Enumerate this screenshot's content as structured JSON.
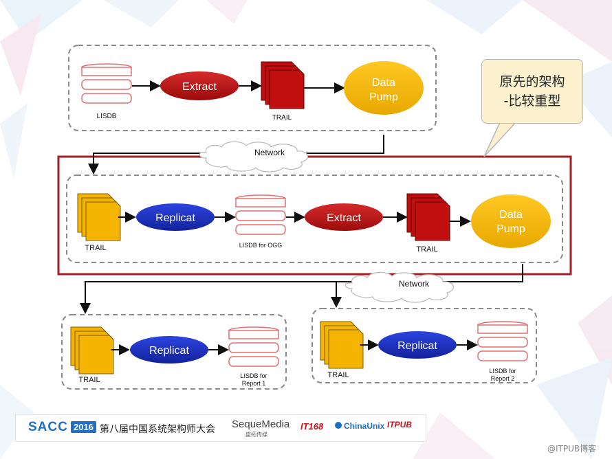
{
  "colors": {
    "accent_red": "#b31c1c",
    "replicat_blue": "#1a2fc4",
    "pump_yellow": "#f2b600",
    "trail_yellow": "#f5b400",
    "trail_red": "#c10f0f",
    "db_pink": "#e07070",
    "dash_gray": "#8a8a8a",
    "highlight_red": "#a31d24"
  },
  "source_block": {
    "db_label": "LISDB",
    "extract_label": "Extract",
    "trail_label": "TRAIL",
    "pump_line1": "Data",
    "pump_line2": "Pump"
  },
  "network1_label": "Network",
  "middle_block": {
    "trail_in_label": "TRAIL",
    "replicat_label": "Replicat",
    "db_label": "LISDB for OGG",
    "extract_label": "Extract",
    "trail_out_label": "TRAIL",
    "pump_line1": "Data",
    "pump_line2": "Pump"
  },
  "network2_label": "Network",
  "report1_block": {
    "trail_label": "TRAIL",
    "replicat_label": "Replicat",
    "db_line1": "LISDB for",
    "db_line2": "Report 1"
  },
  "report2_block": {
    "trail_label": "TRAIL",
    "replicat_label": "Replicat",
    "db_line1": "LISDB for",
    "db_line2": "Report 2"
  },
  "callout": {
    "line1": "原先的架构",
    "line2": "-比较重型"
  },
  "footer": {
    "sacc": "SACC",
    "year": "2016",
    "conference": "第八届中国系统架构师大会",
    "seque": "SequeMedia",
    "seque_sub": "盛拓传媒",
    "it168": "IT168",
    "chinaunix": "ChinaUnix",
    "itpub": "ITPUB"
  },
  "watermark": "@ITPUB博客"
}
